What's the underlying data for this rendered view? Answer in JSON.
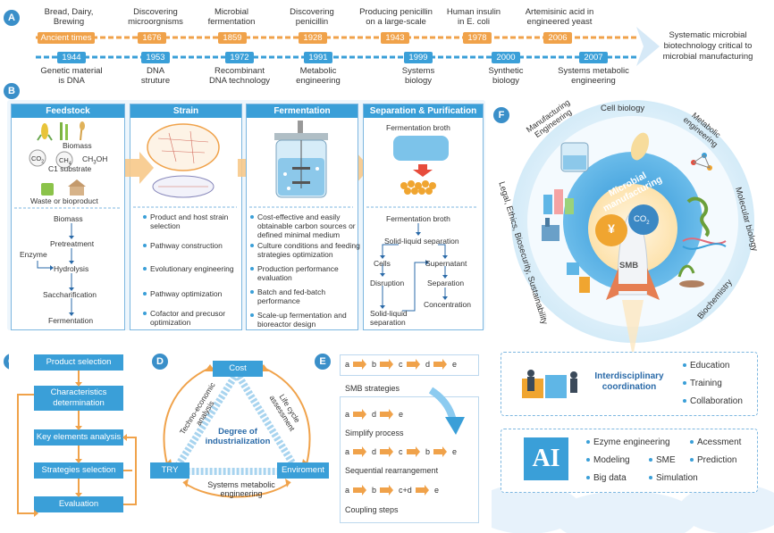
{
  "badges": {
    "a": "A",
    "b": "B",
    "c": "C",
    "d": "D",
    "e": "E",
    "f": "F"
  },
  "timeline": {
    "top_labels": [
      "Bread, Dairy,\nBrewing",
      "Discovering\nmicroorgnisms",
      "Microbial\nfermentation",
      "Discovering\npenicillin",
      "Producing penicillin\non a large-scale",
      "Human insulin\nin E. coli",
      "Artemisinic acid in\nengineered yeast"
    ],
    "top_years": [
      "Ancient times",
      "1676",
      "1859",
      "1928",
      "1943",
      "1978",
      "2006"
    ],
    "bottom_years": [
      "1944",
      "1953",
      "1972",
      "1991",
      "1999",
      "2000",
      "2007"
    ],
    "bottom_labels": [
      "Genetic material\nis DNA",
      "DNA\nstruture",
      "Recombinant\nDNA technology",
      "Metabolic\nengineering",
      "Systems\nbiology",
      "Synthetic\nbiology",
      "Systems metabolic\nengineering"
    ],
    "summary": "Systematic microbial\nbiotechnology critical to\nmicrobial manufacturing"
  },
  "panel_b": {
    "feedstock": {
      "title": "Feedstock",
      "biomass": "Biomass",
      "co2": "CO",
      "co2_sub": "2",
      "ch4": "CH",
      "ch4_sub": "4",
      "ch3oh": "CH",
      "ch3oh_sub": "3",
      "ch3oh_tail": "OH",
      "c1": "C1 substrate",
      "waste": "Waste or bioproduct",
      "flow": [
        "Biomass",
        "Pretreatment",
        "Hydrolysis",
        "Saccharification",
        "Fermentation"
      ],
      "enzyme": "Enzyme"
    },
    "strain": {
      "title": "Strain",
      "bullets": [
        "Product and host strain\nselection",
        "Pathway construction",
        "Evolutionary engineering",
        "Pathway optimization",
        "Cofactor and precusor\noptimization"
      ]
    },
    "fermentation": {
      "title": "Fermentation",
      "bullets": [
        "Cost-effective and easily\nobtainable carbon sources or\ndefined minimal medium",
        "Culture conditions and feeding\nstrategies optimization",
        "Production performance\nevaluation",
        "Batch and fed-batch\nperformance",
        "Scale-up fermentation and\nbioreactor design"
      ]
    },
    "separation": {
      "title": "Separation & Purification",
      "broth_top": "Fermentation broth",
      "broth": "Fermentation broth",
      "sls": "Solid-liquid separation",
      "cells": "Cells",
      "supernatant": "Supernatant",
      "disruption": "Disruption",
      "separation": "Separation",
      "concentration": "Concentration",
      "sls2": "Solid-liquid\nseparation"
    }
  },
  "panel_c": {
    "boxes": [
      "Product selection",
      "Characteristics\ndetermination",
      "Key elements analysis",
      "Strategies selection",
      "Evaluation"
    ]
  },
  "panel_d": {
    "cost": "Cost",
    "try": "TRY",
    "env": "Enviroment",
    "center": "Degree of\nindustrialization",
    "left": "Techno-economic\nanalysis",
    "right": "Life cycle\nassessment",
    "bottom": "Systems  metabolic\nengineering"
  },
  "panel_e": {
    "strategies_title": "SMB strategies",
    "row0": [
      "a",
      "b",
      "c",
      "d",
      "e"
    ],
    "simplify": [
      "a",
      "d",
      "e"
    ],
    "simplify_label": "Simplify process",
    "seq": [
      "a",
      "d",
      "c",
      "b",
      "e"
    ],
    "seq_label": "Sequential rearrangement",
    "coupling": [
      "a",
      "b",
      "c+d",
      "e"
    ],
    "coupling_label": "Coupling steps"
  },
  "panel_f": {
    "ring_labels": {
      "manufacturing": "Manufacturing\nEngineering",
      "cell_biology": "Cell biology",
      "metabolic": "Metabolic\nengineering",
      "molecular": "Molecular biology",
      "biochemistry": "Biochemistry",
      "legal": "Legal, Ethics, Biosecurity, Sustainability"
    },
    "center_title": "Microbial manufacturing",
    "yuan": "¥",
    "co2": "CO",
    "co2_sub": "2",
    "smb": "SMB",
    "interdisciplinary": "Interdisciplinary\ncoordination",
    "coord_items": [
      "Education",
      "Training",
      "Collaboration"
    ],
    "ai": "AI",
    "ai_items": [
      "Ezyme engineering",
      "Acessment",
      "Modeling",
      "SME",
      "Prediction",
      "Big data",
      "Simulation"
    ]
  }
}
